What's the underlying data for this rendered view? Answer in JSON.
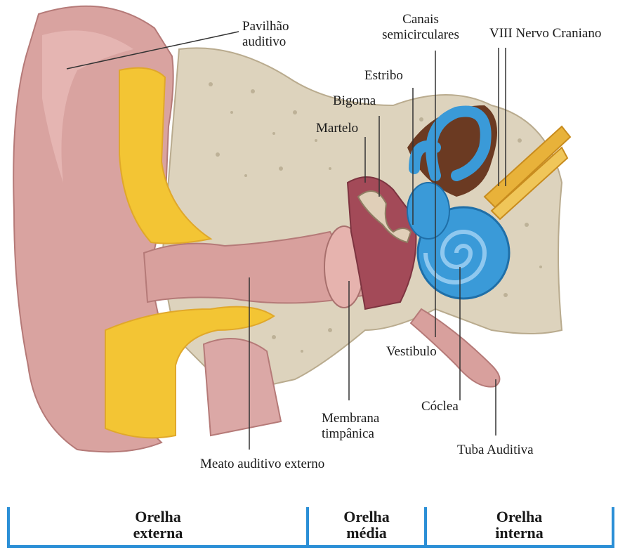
{
  "labels": {
    "pavilhao": "Pavilhão auditivo",
    "pavilhao_line1": "Pavilhão",
    "pavilhao_line2": "auditivo",
    "canais_line1": "Canais",
    "canais_line2": "semicirculares",
    "nervo": "VIII Nervo Craniano",
    "estribo": "Estribo",
    "bigorna": "Bigorna",
    "martelo": "Martelo",
    "vestibulo": "Vestíbulo",
    "vestibulo_display": "Vestibulo",
    "membrana_line1": "Membrana",
    "membrana_line2": "timpânica",
    "coclea": "Cóclea",
    "meato": "Meato auditivo externo",
    "tuba": "Tuba Auditiva"
  },
  "sections": [
    {
      "line1": "Orelha",
      "line2": "externa"
    },
    {
      "line1": "Orelha",
      "line2": "média"
    },
    {
      "line1": "Orelha",
      "line2": "interna"
    }
  ],
  "colors": {
    "skin": "#d9a3a0",
    "skin_dark": "#c2807e",
    "cartilage": "#f3c534",
    "bone": "#ddd3bd",
    "cochlea": "#3a9ad8",
    "ossicles": "#a34a58",
    "nerve": "#e8b23a",
    "divider": "#2b8fd6"
  }
}
